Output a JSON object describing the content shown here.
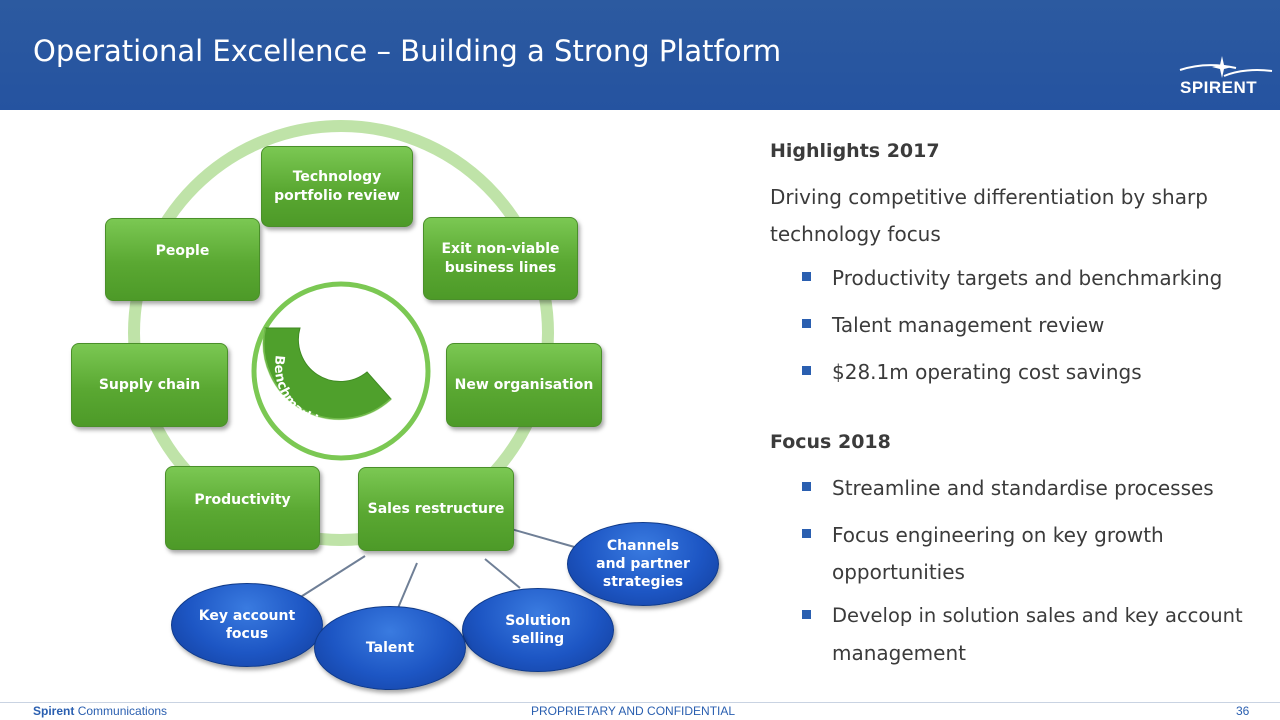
{
  "header": {
    "title": "Operational Excellence – Building a Strong Platform",
    "logo_text": "SPIRENT"
  },
  "diagram": {
    "center_label": "Benchmarking",
    "green_boxes": {
      "technology": "Technology portfolio review",
      "exit": "Exit non-viable business lines",
      "people": "People",
      "new_org": "New organisation",
      "supply": "Supply chain",
      "productivity": "Productivity",
      "sales": "Sales restructure"
    },
    "blue_ovals": {
      "channels": "Channels and partner strategies",
      "key_account": "Key account focus",
      "solution": "Solution selling",
      "talent": "Talent"
    }
  },
  "right": {
    "highlights_heading": "Highlights 2017",
    "highlights_intro_line1": "Driving competitive differentiation by sharp",
    "highlights_intro_line2": "technology focus",
    "highlights_bullets": [
      "Productivity targets and benchmarking",
      "Talent management review",
      "$28.1m operating cost savings"
    ],
    "focus_heading": "Focus 2018",
    "focus_bullets": [
      {
        "line1": "Streamline and standardise processes",
        "line2": ""
      },
      {
        "line1": "Focus engineering on key growth",
        "line2": "opportunities"
      },
      {
        "line1": "Develop in solution sales and key account",
        "line2": "management"
      }
    ]
  },
  "footer": {
    "company_bold": "Spirent",
    "company_rest": "Communications",
    "confidential": "PROPRIETARY AND CONFIDENTIAL",
    "page_number": "36"
  },
  "colors": {
    "header_blue": "#2553a0",
    "box_green": "#5aa832",
    "oval_blue": "#1d56c4",
    "bullet_blue": "#2a5fb0",
    "ring_green": "#bfe3a8"
  },
  "icons": [
    "spirent-logo-star-icon",
    "square-bullet-icon"
  ]
}
